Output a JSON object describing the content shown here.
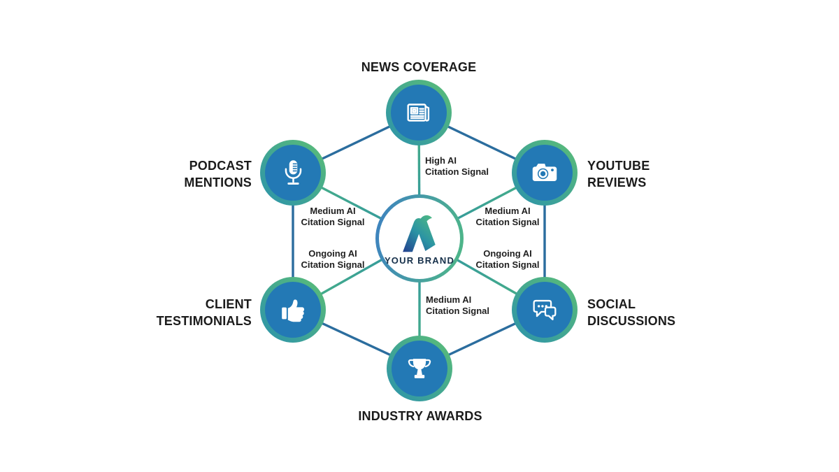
{
  "center": {
    "label": "YOUR BRAND",
    "logo_icon": "brand-a-logo"
  },
  "nodes": {
    "news": {
      "line1": "NEWS COVERAGE",
      "icon": "newspaper-icon"
    },
    "youtube": {
      "line1": "YOUTUBE",
      "line2": "REVIEWS",
      "icon": "camera-icon"
    },
    "social": {
      "line1": "SOCIAL",
      "line2": "DISCUSSIONS",
      "icon": "chat-bubbles-icon"
    },
    "awards": {
      "line1": "INDUSTRY AWARDS",
      "icon": "trophy-icon"
    },
    "client": {
      "line1": "CLIENT",
      "line2": "TESTIMONIALS",
      "icon": "thumbs-up-icon"
    },
    "podcast": {
      "line1": "PODCAST",
      "line2": "MENTIONS",
      "icon": "microphone-icon"
    }
  },
  "signals": {
    "news": {
      "line1": "High AI",
      "line2": "Citation Signal"
    },
    "youtube": {
      "line1": "Medium AI",
      "line2": "Citation Signal"
    },
    "social": {
      "line1": "Ongoing AI",
      "line2": "Citation Signal"
    },
    "awards": {
      "line1": "Medium AI",
      "line2": "Citation Signal"
    },
    "client": {
      "line1": "Ongoing AI",
      "line2": "Citation Signal"
    },
    "podcast": {
      "line1": "Medium AI",
      "line2": "Citation Signal"
    }
  },
  "colors": {
    "bg": "#ffffff",
    "node_fill": "#2379b5",
    "ring_green": "#5cbe75",
    "ring_teal": "#2b92ac",
    "edge_line": "#2b6d9e",
    "spoke_green": "#4ab284",
    "spoke_teal": "#2e93a3",
    "center_ring_blue": "#3d80c2",
    "center_ring_green": "#4fb985",
    "logo_navy": "#23408f",
    "logo_teal": "#2b93a4",
    "logo_green": "#4fba83",
    "title_text": "#1b1b1b",
    "signal_text": "#1f1f1f",
    "brand_text": "#16304a"
  }
}
